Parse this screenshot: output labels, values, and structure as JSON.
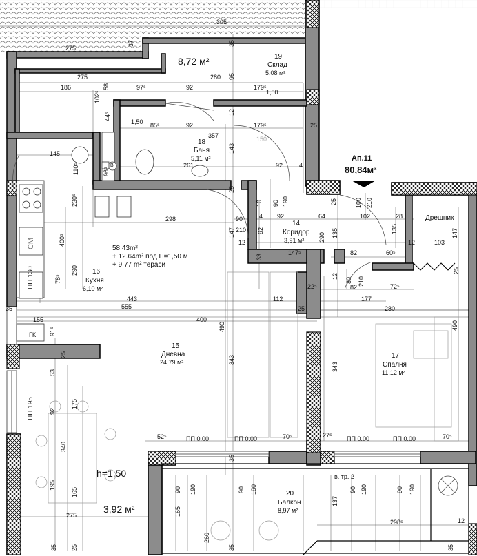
{
  "apartment": {
    "name": "Ап.11",
    "area": "80,84м²"
  },
  "rooms": {
    "sklad": {
      "num": "19",
      "name": "Склад",
      "area": "5,08 м²"
    },
    "banya": {
      "num": "18",
      "name": "Баня",
      "area": "5,11 м²"
    },
    "koridor": {
      "num": "14",
      "name": "Коридор",
      "area": "3,91 м²"
    },
    "kuhnya": {
      "num": "16",
      "name": "Кухня",
      "area": "6,10 м²"
    },
    "dnevna": {
      "num": "15",
      "name": "Дневна",
      "area": "24,79 м²"
    },
    "spalnya": {
      "num": "17",
      "name": "Спалня",
      "area": "11,12 м²"
    },
    "balkon": {
      "num": "20",
      "name": "Балкон",
      "area": "8,97 м²"
    },
    "dreshnik": {
      "name": "Дрешник"
    }
  },
  "summary": {
    "line1": "58.43m²",
    "line2": "+ 12.64m²  под H=1,50 м",
    "line3": "+ 9.77 m² тераси"
  },
  "areas": {
    "top_left": "8,72 м²",
    "bottom_left": "3,92 м²",
    "height_note": "h=1,50"
  },
  "equipment": {
    "cm": "СМ",
    "pp130": "ПП 130",
    "pp195": "ПП 195",
    "pp_sill": "ПП 0.00",
    "gk": "ГК",
    "vtr": "в. тр. 2",
    "b_mark": "В"
  },
  "dims": {
    "d305": "305",
    "d37": "37",
    "d275a": "275",
    "d35a": "35",
    "d275b": "275",
    "d280a": "280",
    "d95": "95",
    "d186": "186",
    "d58": "58",
    "d97": "97⁵",
    "d92a": "92",
    "d179a": "179⁵",
    "d150a": "1,50",
    "d102": "102⁵",
    "d44": "44⁵",
    "d12a": "12",
    "d150b": "1,50",
    "d85": "85⁵",
    "d92b": "92",
    "d179b": "179⁵",
    "d25a": "25",
    "d357": "357",
    "d143": "143",
    "d150c": "150",
    "d145": "145",
    "d110": "110⁵",
    "d96": "96⁵",
    "d261": "261",
    "d92c": "92",
    "d4": "4",
    "d230": "230⁵",
    "d25b": "25",
    "d190a": "190",
    "d25c": "25",
    "d100": "100",
    "d210a": "210",
    "d10": "10",
    "d90a": "90",
    "d298": "298",
    "d90b": "90",
    "d4b": "4",
    "d92d": "92",
    "d64": "64",
    "d102b": "102",
    "d28": "28",
    "d135a": "135",
    "d147a": "147",
    "d400": "400⁵",
    "d147b": "147",
    "d210b": "210",
    "d92e": "92",
    "d290a": "290",
    "d135b": "135",
    "d12b": "12",
    "d103": "103",
    "d12c": "12",
    "d33": "33",
    "d147c": "147⁵",
    "d82a": "82",
    "d60": "60⁵",
    "d25d": "25",
    "d78": "78⁵",
    "d290b": "290",
    "d22": "22⁵",
    "d12d": "12",
    "d80": "80",
    "d210c": "210",
    "d82b": "82",
    "d72": "72⁵",
    "d443": "443",
    "d112": "112",
    "d177": "177",
    "d35b": "35",
    "d555": "555",
    "d25e": "25",
    "d280b": "280",
    "d155": "155",
    "d400b": "400",
    "d490a": "490",
    "d490b": "490",
    "d91": "91⁵",
    "d25f": "25",
    "d343a": "343",
    "d343b": "343",
    "d53": "53",
    "d92f": "92",
    "d175a": "175",
    "d52": "52⁵",
    "d70a": "70⁵",
    "d27": "27⁵",
    "d70b": "70⁵",
    "d340": "340",
    "d35c": "35",
    "d90c": "90",
    "d190b": "190",
    "d90d": "90",
    "d190c": "190",
    "d90e": "90",
    "d190d": "190",
    "d90f": "90",
    "d190e": "190",
    "d195": "195",
    "d165a": "165",
    "d137": "137",
    "d165b": "165",
    "d275c": "275",
    "d298b": "298⁵",
    "d12e": "12",
    "d260": "260",
    "d35d": "35",
    "d25g": "25",
    "d35e": "35",
    "d35f": "35"
  }
}
